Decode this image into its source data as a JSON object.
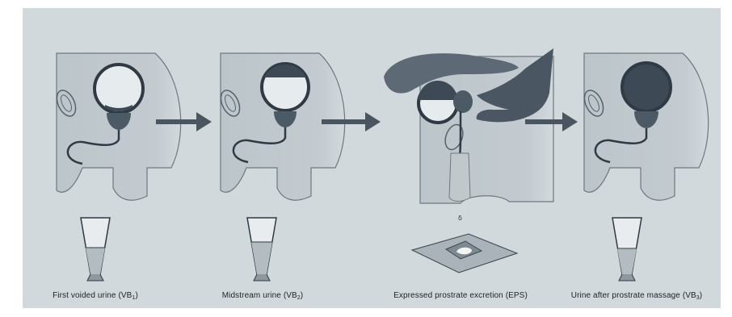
{
  "colors": {
    "panel_background": "#d2d9dd",
    "tissue": "#bcc5ca",
    "bladder_outline": "#2f3a44",
    "urine_fill": "#3d4a55",
    "prostate": "#4c5a65",
    "hand": "#4a5662",
    "arrow": "#4a5560"
  },
  "steps": [
    {
      "caption": "First voided urine (VB",
      "sub": "1",
      "suffix": ")"
    },
    {
      "caption": "Midstream urine (VB",
      "sub": "2",
      "suffix": ")"
    },
    {
      "caption": "Expressed prostrate excretion (EPS)",
      "sub": "",
      "suffix": ""
    },
    {
      "caption": "Urine after prostrate massage (VB",
      "sub": "3",
      "suffix": ")"
    }
  ],
  "drop_label": "δ"
}
